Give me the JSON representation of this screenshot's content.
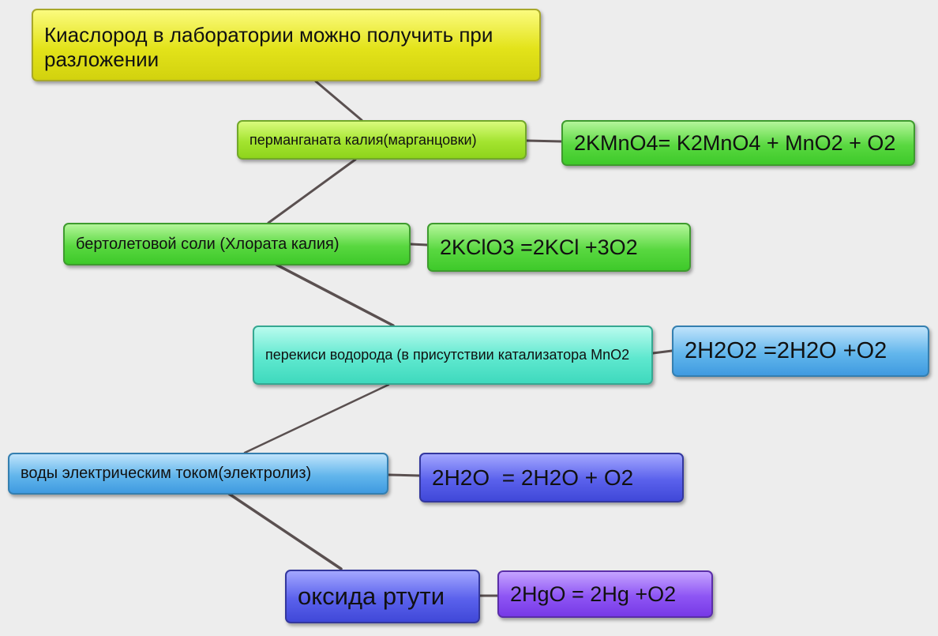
{
  "diagram": {
    "root": {
      "label": "Киаслород в лаборатории можно получить при разложении"
    },
    "methods": [
      {
        "id": "kmno4",
        "label": "перманганата калия(марганцовки)",
        "reaction": "2KMnO4= K2MnO4 + MnO2 + O2"
      },
      {
        "id": "kclo3",
        "label": "бертолетовой соли (Хлората калия)",
        "reaction": "2KClO3 =2KCl +3O2"
      },
      {
        "id": "h2o2",
        "label": "перекиси водорода (в присутствии катализатора MnO2",
        "reaction": "2H2O2 =2H2O +O2"
      },
      {
        "id": "h2o",
        "label": "воды электрическим током(электролиз)",
        "reaction": "2H2O  = 2H2O + O2"
      },
      {
        "id": "hgo",
        "label": "оксида ртути",
        "reaction": "2HgO = 2Hg +O2"
      }
    ]
  },
  "colors": {
    "background": "#ededed",
    "line": "#5a5050",
    "root": "#e3e31a",
    "kmno4": "#a3e42f",
    "kclo3": "#6ad43c",
    "h2o2": "#5ee8cf",
    "h2o": "#62b6ec",
    "hgo": "#5a61ec",
    "reaction_green": "#59d840",
    "reaction_blue": "#3f9ae0",
    "reaction_indigo": "#5a61ec",
    "reaction_purple": "#8e55f4"
  }
}
